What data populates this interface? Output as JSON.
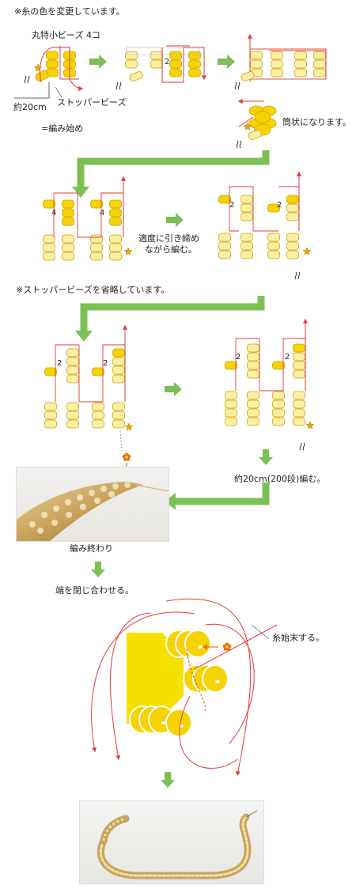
{
  "notes": {
    "thread_color_changed": "※糸の色を変更しています。",
    "stopper_omitted": "※ストッパービーズを省略しています。"
  },
  "step1": {
    "round_beads": "丸特小ビーズ 4コ",
    "stopper_bead": "ストッパービーズ",
    "length": "約20cm",
    "start_legend": "=編み始め",
    "count_2": "2"
  },
  "step2": {
    "tubular": "筒状になります。",
    "count_4": "4"
  },
  "step3": {
    "tighten_line1": "適度に引き締め",
    "tighten_line2": "ながら編む。",
    "count_2": "2"
  },
  "step4": {
    "weave_length": "約20cm(200段)編む。",
    "finished": "編み終わり",
    "count_2": "2"
  },
  "step5": {
    "join_ends": "端を閉じ合わせる。",
    "finish_thread": "糸始末する。"
  },
  "colors": {
    "bead_bright": "#f6d300",
    "bead_pale": "#fbefa6",
    "thread": "#e53935",
    "arrow": "#7cc055",
    "star": "#f0a400",
    "flower": "#e8740c"
  },
  "icons": [
    "star-icon",
    "flower-icon",
    "arrow-right-icon",
    "arrow-down-icon",
    "needle-arrow-icon"
  ]
}
